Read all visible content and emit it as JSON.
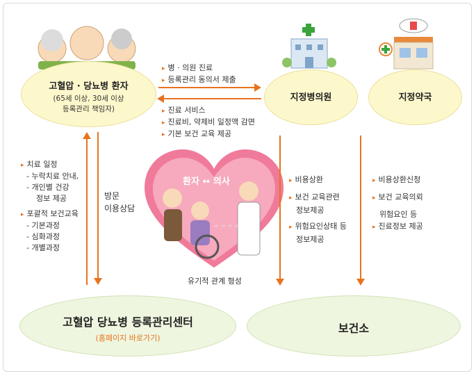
{
  "patient": {
    "title": "고혈압 · 당뇨병 환자",
    "sub1": "(65세 이상, 30세 이상",
    "sub2": "등록관리 책임자)"
  },
  "clinic": {
    "title": "지정병의원"
  },
  "pharmacy": {
    "title": "지정약국"
  },
  "center": {
    "title": "고혈압 당뇨병 등록관리센터",
    "link": "(홈페이지 바로가기)"
  },
  "health_center": {
    "title": "보건소"
  },
  "patient_to_clinic": [
    "병 · 의원 진료",
    "등록관리 동의서 제출"
  ],
  "clinic_to_patient": [
    "진료 서비스",
    "진료비, 약제비 일정액 감면",
    "기본 보건 교육 제공"
  ],
  "center_services": {
    "schedule": "치료 일정",
    "schedule_items": [
      "누락치료 안내,",
      "개인별 건강",
      "정보 제공"
    ],
    "comprehensive": "포괄적 보건교육",
    "comprehensive_items": [
      "기본과정",
      "심화과정",
      "개별과정"
    ]
  },
  "visit": {
    "line1": "방문",
    "line2": "이용상담"
  },
  "heart": {
    "label": "환자 ↔ 의사",
    "caption": "유기적 관계 형성"
  },
  "clinic_to_hc": [
    "비용상환",
    "보건 교육관련",
    "정보제공",
    "위험요인상태 등",
    "정보제공"
  ],
  "pharmacy_to_hc": [
    "비용상환신청",
    "보건 교육의뢰",
    "위험요인 등",
    "진료정보 제공"
  ],
  "colors": {
    "arrow": "#e8731e",
    "yellow": "#fdf8cc",
    "green": "#eef6df",
    "heart": "#f07a9a",
    "link": "#e8731e"
  }
}
